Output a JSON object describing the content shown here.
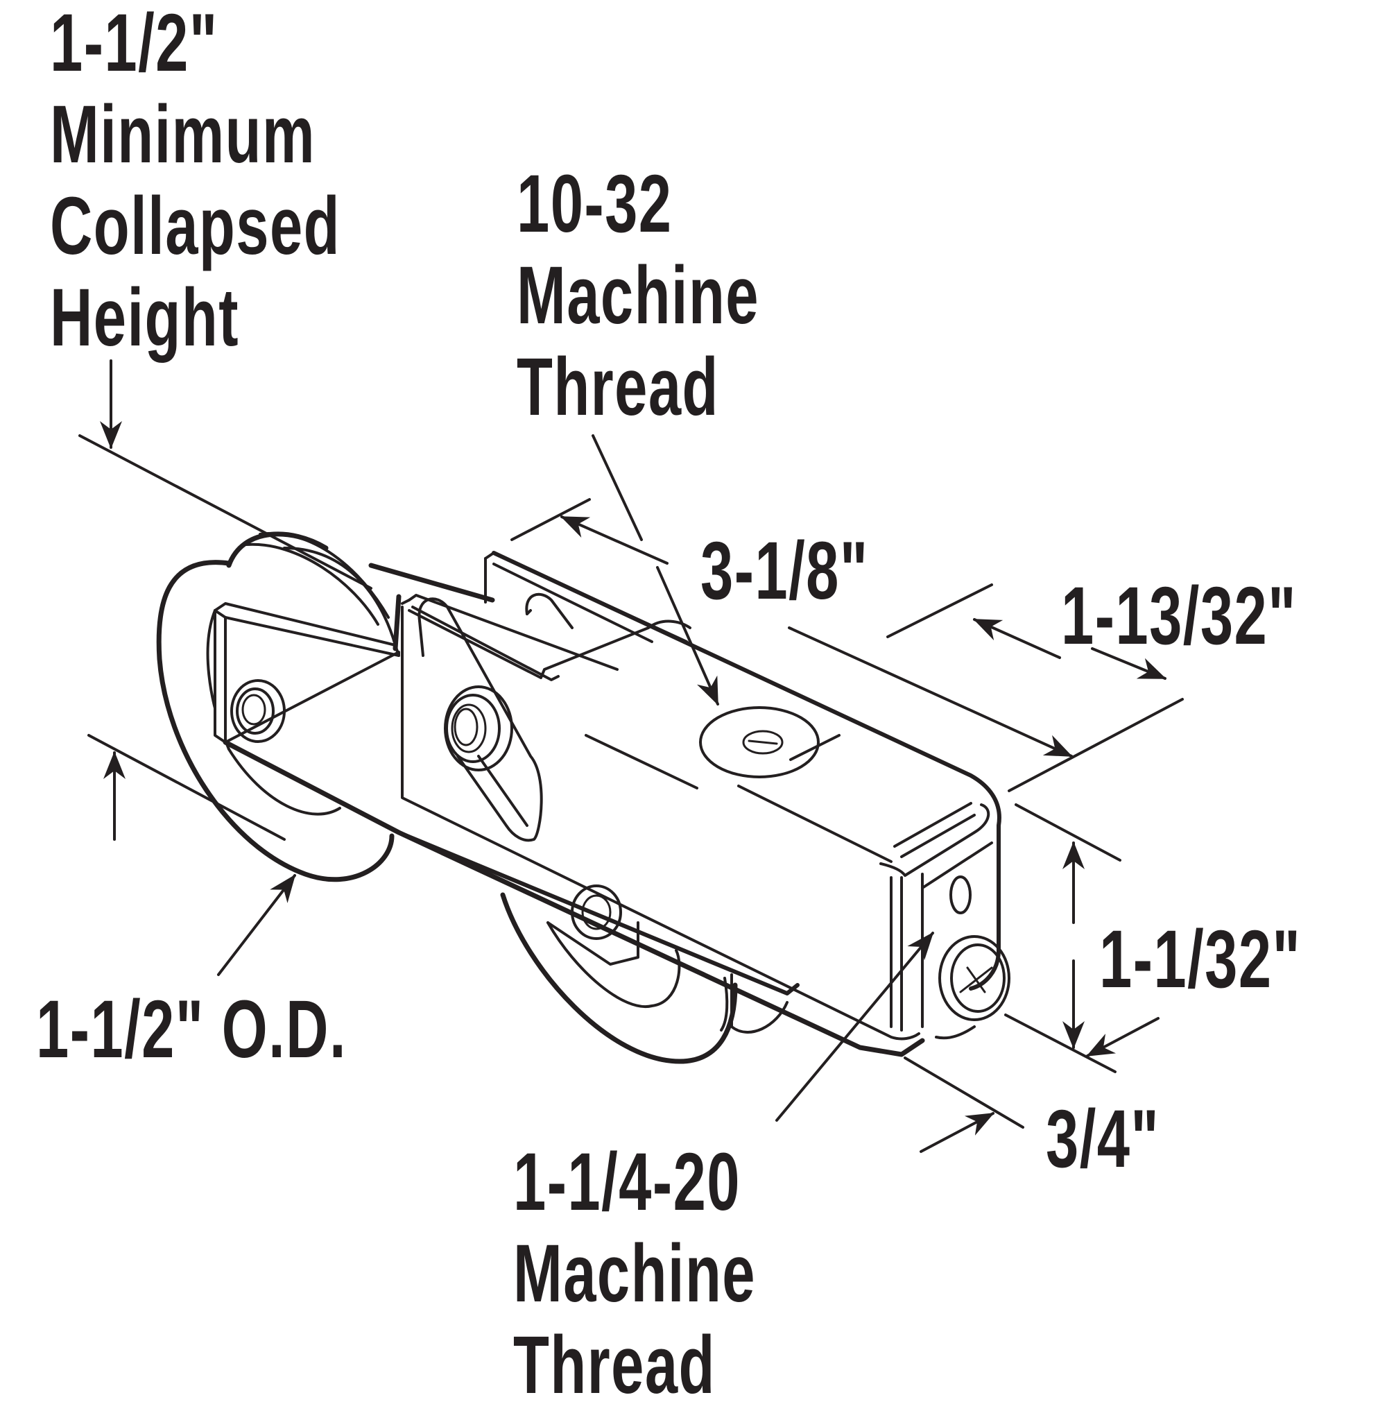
{
  "labels": {
    "collapsed_height": {
      "value": "1-1/2\"",
      "line2": "Minimum",
      "line3": "Collapsed",
      "line4": "Height"
    },
    "top_thread": {
      "value": "10-32",
      "line2": "Machine",
      "line3": "Thread"
    },
    "length": {
      "value": "3-1/8\""
    },
    "width_top": {
      "value": "1-13/32\""
    },
    "side_height": {
      "value": "1-1/32\""
    },
    "wheel_od": {
      "value": "1-1/2\" O.D."
    },
    "end_width": {
      "value": "3/4\""
    },
    "bottom_thread": {
      "value": "1-1/4-20",
      "line2": "Machine",
      "line3": "Thread"
    }
  },
  "colors": {
    "ink": "#231f20",
    "background": "#ffffff"
  }
}
